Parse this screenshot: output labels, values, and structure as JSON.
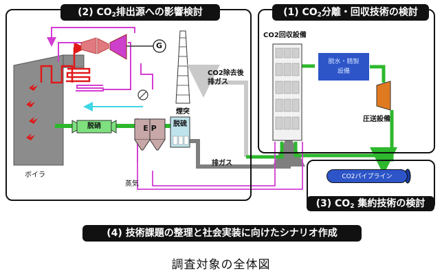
{
  "sections": {
    "s2": {
      "prefix": "(2) CO",
      "sub": "2",
      "suffix": "排出源への影響検討"
    },
    "s1": {
      "prefix": "(1) CO",
      "sub": "2",
      "suffix": "分離・回収技術の検討"
    },
    "s3": {
      "prefix": "(3) CO",
      "sub": "2",
      "suffix": " 集約技術の検討"
    },
    "s4": {
      "text": "(4) 技術課題の整理と社会実装に向けたシナリオ作成"
    }
  },
  "labels": {
    "boiler": "ボイラ",
    "denitration": "脱硝",
    "ep": "E P",
    "desulfurization": "脱硫",
    "chimney": "煙突",
    "generator": "G",
    "steam": "蒸気",
    "exhaust_gas": "排ガス",
    "after_removal_line1": "CO2除去後",
    "after_removal_line2": "排ガス",
    "capture_facility": "CO2回収設備",
    "dehydration": "脱水・精製\n設備",
    "dehydration_l1": "脱水・精製",
    "dehydration_l2": "設備",
    "compression": "圧送設備",
    "pipeline": "CO2パイプライン"
  },
  "caption": "調査対象の全体図",
  "colors": {
    "red": "#e01818",
    "magenta": "#d23cd2",
    "cyan": "#3fd6e6",
    "green": "#2db82d",
    "gray": "#7f7f7f",
    "lightgray": "#c9c9c9",
    "blue": "#2d55c8",
    "orange": "#e07a20"
  }
}
